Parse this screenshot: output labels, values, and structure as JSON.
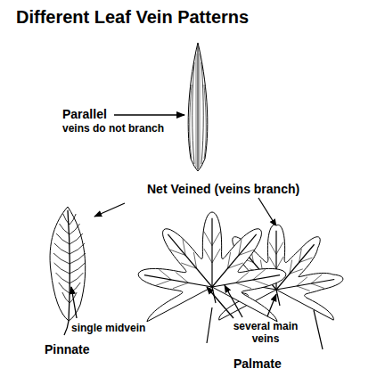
{
  "diagram": {
    "title": "Different Leaf Vein Patterns",
    "labels": [
      "Parallel",
      "veins do not branch",
      "Net Veined (veins branch)",
      "single midvein",
      "Pinnate",
      "several main veins",
      "Palmate"
    ]
  }
}
